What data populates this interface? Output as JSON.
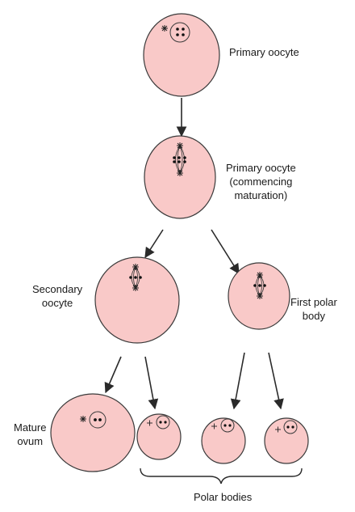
{
  "colors": {
    "cell_fill": "#f9c9c8",
    "cell_stroke": "#3a3a3a",
    "arrow": "#2a2a2a",
    "text": "#1a1a1a"
  },
  "labels": {
    "primary_oocyte": "Primary oocyte",
    "primary_oocyte_maturing": "Primary oocyte\n(commencing\nmaturation)",
    "secondary_oocyte": "Secondary\noocyte",
    "first_polar_body": "First polar\nbody",
    "mature_ovum": "Mature\novum",
    "polar_bodies": "Polar bodies"
  }
}
